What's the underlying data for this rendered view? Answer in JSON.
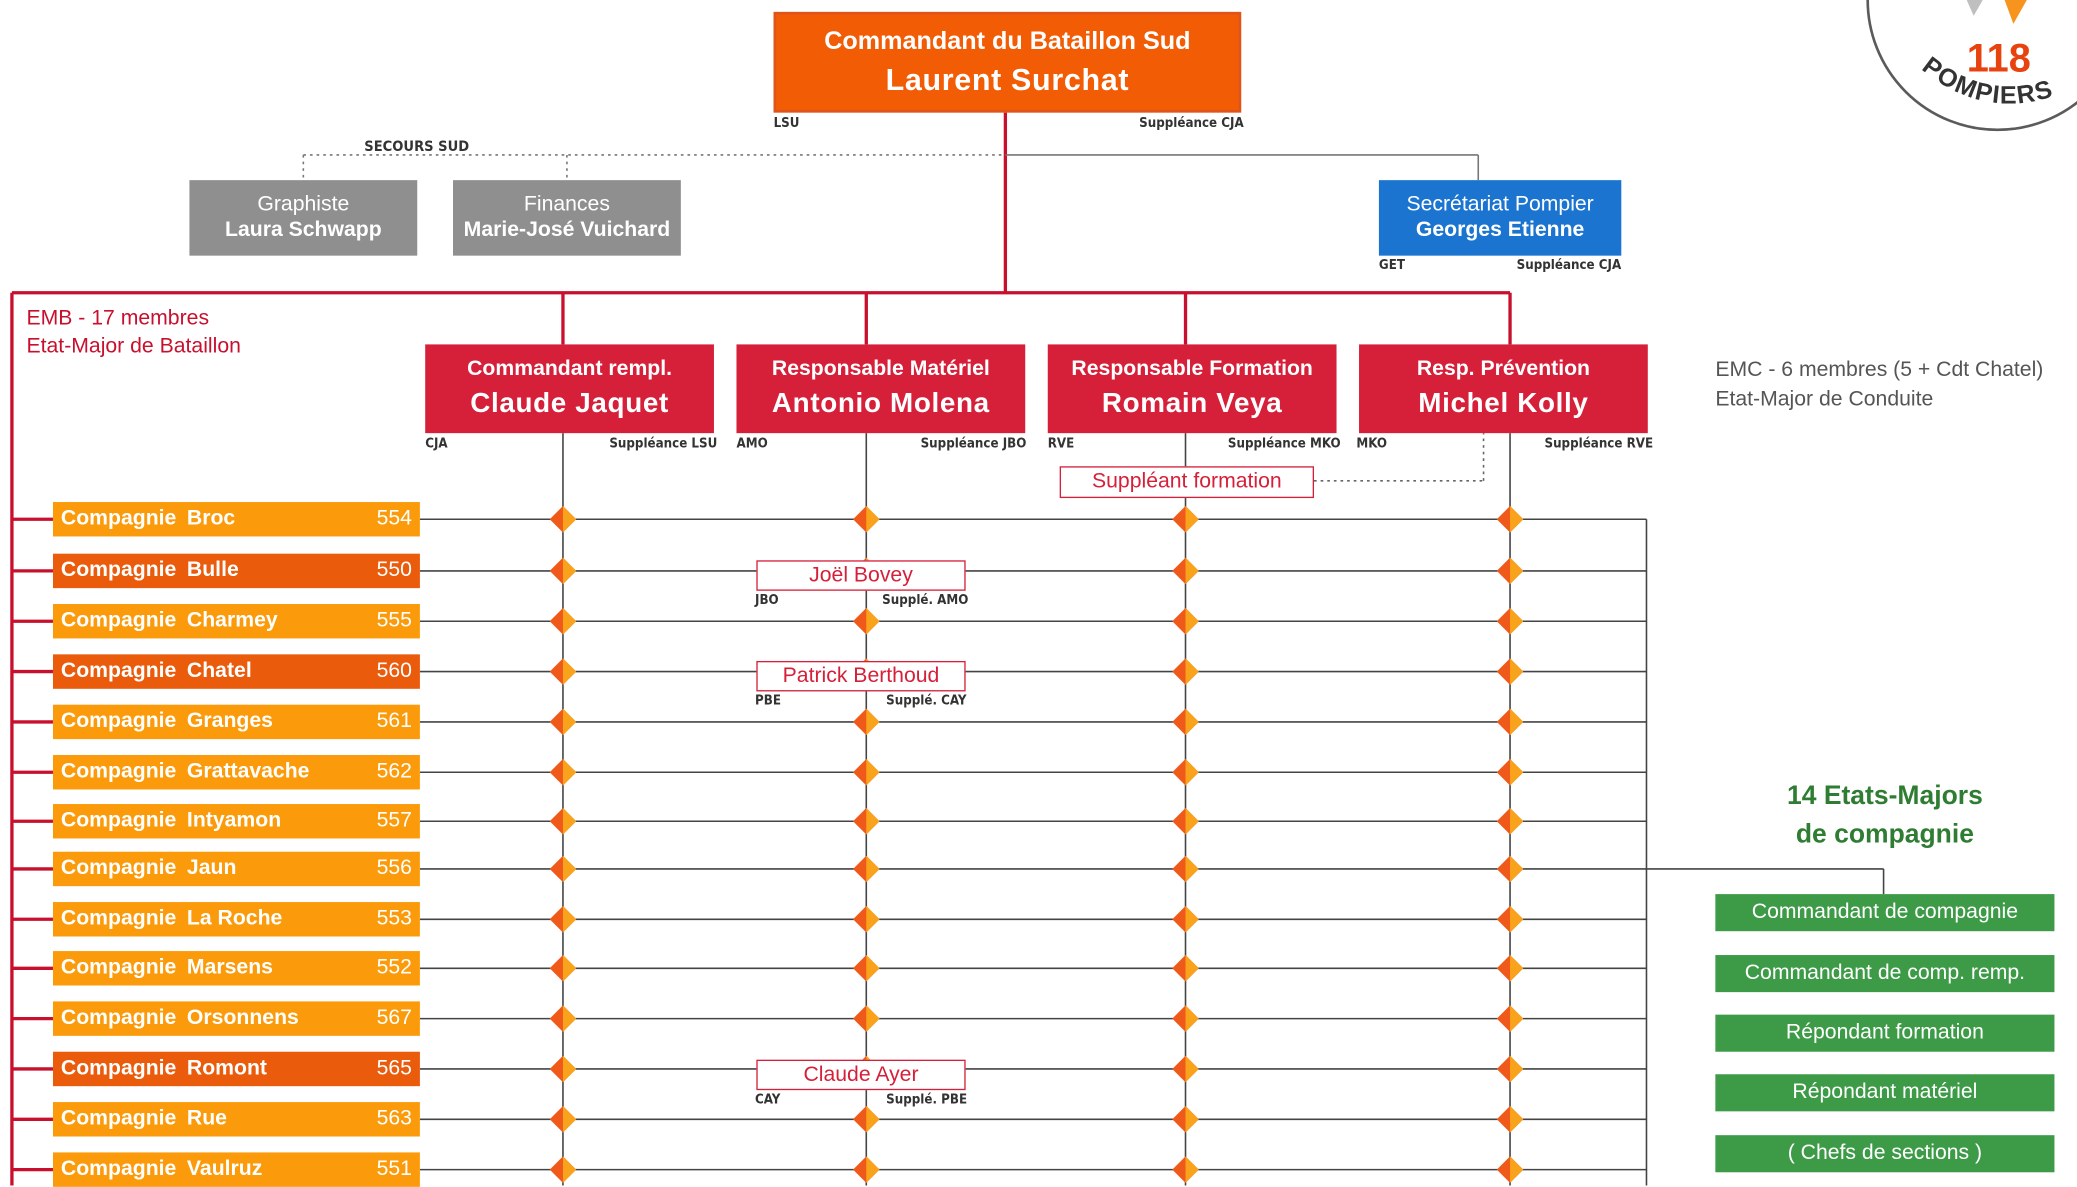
{
  "commander": {
    "role": "Commandant du Bataillon Sud",
    "name": "Laurent Surchat",
    "code": "LSU",
    "supp": "Suppléance CJA"
  },
  "secours_label": "SECOURS SUD",
  "grey_boxes": [
    {
      "role": "Graphiste",
      "name": "Laura Schwapp"
    },
    {
      "role": "Finances",
      "name": "Marie-José Vuichard"
    }
  ],
  "secretariat": {
    "role": "Secrétariat Pompier",
    "name": "Georges Etienne",
    "code": "GET",
    "supp": "Suppléance CJA"
  },
  "emb": {
    "line1": "EMB - 17 membres",
    "line2": "Etat-Major de Bataillon"
  },
  "emc": {
    "line1": "EMC - 6 membres (5 + Cdt Chatel)",
    "line2": "Etat-Major de Conduite"
  },
  "heads": [
    {
      "role": "Commandant rempl.",
      "name": "Claude Jaquet",
      "code": "CJA",
      "supp": "Suppléance LSU"
    },
    {
      "role": "Responsable Matériel",
      "name": "Antonio Molena",
      "code": "AMO",
      "supp": "Suppléance JBO"
    },
    {
      "role": "Responsable Formation",
      "name": "Romain Veya",
      "code": "RVE",
      "supp": "Suppléance MKO"
    },
    {
      "role": "Resp. Prévention",
      "name": "Michel Kolly",
      "code": "MKO",
      "supp": "Suppléance RVE"
    }
  ],
  "suppleant_formation": "Suppléant formation",
  "pills": [
    {
      "name": "Joël Bovey",
      "code": "JBO",
      "supp": "Supplé. AMO"
    },
    {
      "name": "Patrick Berthoud",
      "code": "PBE",
      "supp": "Supplé. CAY"
    },
    {
      "name": "Claude Ayer",
      "code": "CAY",
      "supp": "Supplé. PBE"
    }
  ],
  "company_word": "Compagnie",
  "companies": [
    {
      "name": "Broc",
      "num": "554",
      "shade": "light"
    },
    {
      "name": "Bulle",
      "num": "550",
      "shade": "dark"
    },
    {
      "name": "Charmey",
      "num": "555",
      "shade": "light"
    },
    {
      "name": "Chatel",
      "num": "560",
      "shade": "dark"
    },
    {
      "name": "Granges",
      "num": "561",
      "shade": "light"
    },
    {
      "name": "Grattavache",
      "num": "562",
      "shade": "light"
    },
    {
      "name": "Intyamon",
      "num": "557",
      "shade": "light"
    },
    {
      "name": "Jaun",
      "num": "556",
      "shade": "light"
    },
    {
      "name": "La Roche",
      "num": "553",
      "shade": "light"
    },
    {
      "name": "Marsens",
      "num": "552",
      "shade": "light"
    },
    {
      "name": "Orsonnens",
      "num": "567",
      "shade": "light"
    },
    {
      "name": "Romont",
      "num": "565",
      "shade": "dark"
    },
    {
      "name": "Rue",
      "num": "563",
      "shade": "light"
    },
    {
      "name": "Vaulruz",
      "num": "551",
      "shade": "light"
    }
  ],
  "etats_majors": {
    "title_line1": "14 Etats-Majors",
    "title_line2": "de compagnie",
    "items": [
      "Commandant de compagnie",
      "Commandant de comp. remp.",
      "Répondant formation",
      "Répondant matériel",
      "( Chefs de sections )"
    ]
  },
  "logo": {
    "number": "118",
    "word": "POMPIERS"
  },
  "colors": {
    "top": "#f25c05",
    "red": "#d6203a",
    "grey": "#8f8f8f",
    "blue": "#1a74d0",
    "company_light": "#fb9b0b",
    "company_dark": "#ea5b0c",
    "green": "#3d9b47",
    "line": "#c8102e"
  }
}
